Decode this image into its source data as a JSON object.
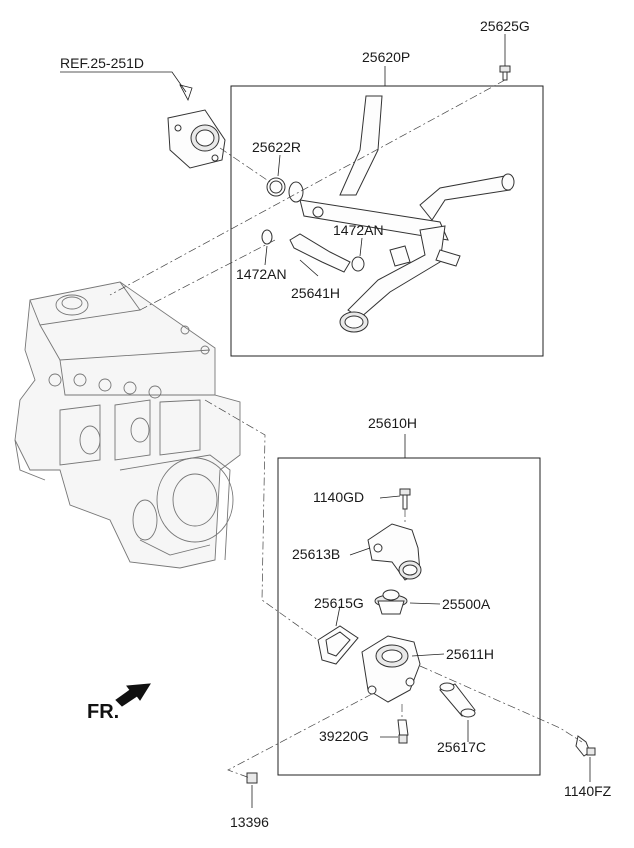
{
  "labels": {
    "ref": "REF.25-251D",
    "p25625G": "25625G",
    "p25620P": "25620P",
    "p25622R": "25622R",
    "p1472AN_a": "1472AN",
    "p1472AN_b": "1472AN",
    "p25641H": "25641H",
    "p25610H": "25610H",
    "p1140GD": "1140GD",
    "p25613B": "25613B",
    "p25615G": "25615G",
    "p25500A": "25500A",
    "p25611H": "25611H",
    "p39220G": "39220G",
    "p25617C": "25617C",
    "p1140FZ": "1140FZ",
    "p13396": "13396",
    "fr": "FR."
  }
}
